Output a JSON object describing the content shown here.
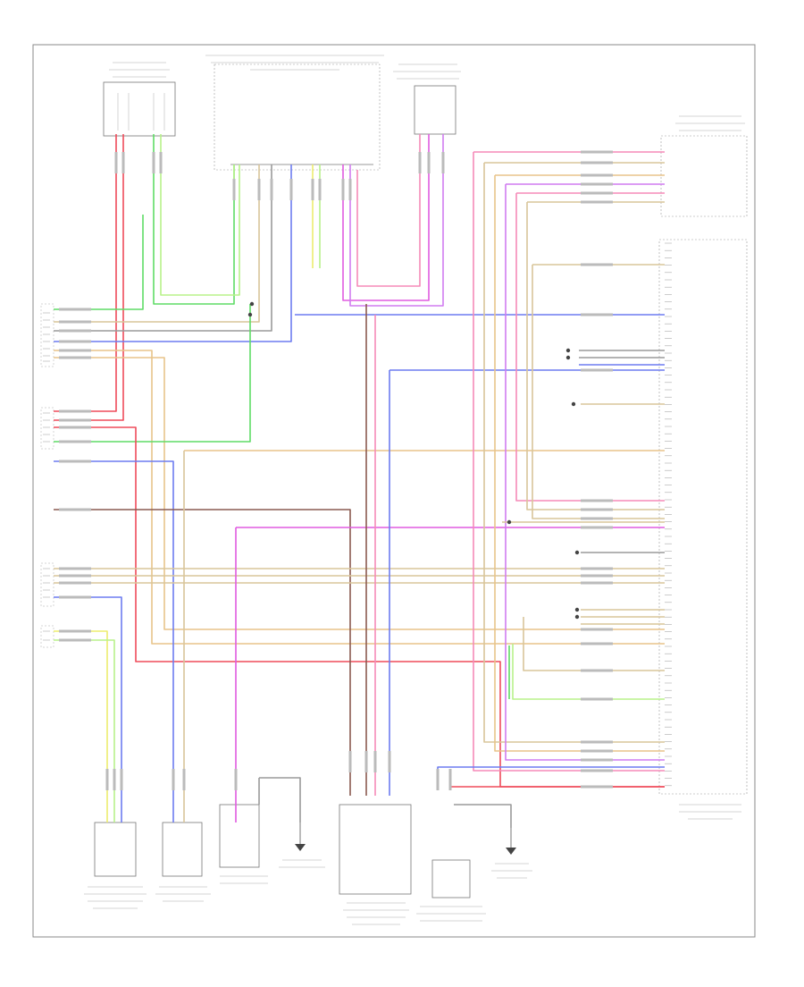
{
  "footer": {
    "label": ""
  },
  "colors": {
    "red": "#ef4b5a",
    "pink": "#f58ab8",
    "magenta": "#e05ce0",
    "violet": "#d07cf0",
    "green": "#5fdc66",
    "light_green": "#b8f28a",
    "yellow": "#eded6e",
    "tan": "#d9c59a",
    "orange_tan": "#e8c48a",
    "blue": "#6d7cf0",
    "light_blue": "#8fb8f0",
    "brown": "#8a5a50",
    "gray": "#9a9a9a",
    "black": "#333333",
    "frame": "#888888"
  },
  "components": [
    {
      "id": "top-left-connector",
      "kind": "component-box"
    },
    {
      "id": "top-center-connector",
      "kind": "component-box"
    },
    {
      "id": "top-right-connector",
      "kind": "component-box"
    },
    {
      "id": "powertrain-control-module",
      "kind": "pin-column"
    },
    {
      "id": "bottom-sensor-1",
      "kind": "component-box"
    },
    {
      "id": "bottom-sensor-2",
      "kind": "component-box"
    },
    {
      "id": "bottom-switch-3",
      "kind": "component-box"
    },
    {
      "id": "bottom-ground-4",
      "kind": "ground"
    },
    {
      "id": "bottom-fuel-sender-5",
      "kind": "component-box"
    },
    {
      "id": "bottom-sensor-6",
      "kind": "component-box"
    },
    {
      "id": "bottom-ground-7",
      "kind": "ground"
    }
  ]
}
